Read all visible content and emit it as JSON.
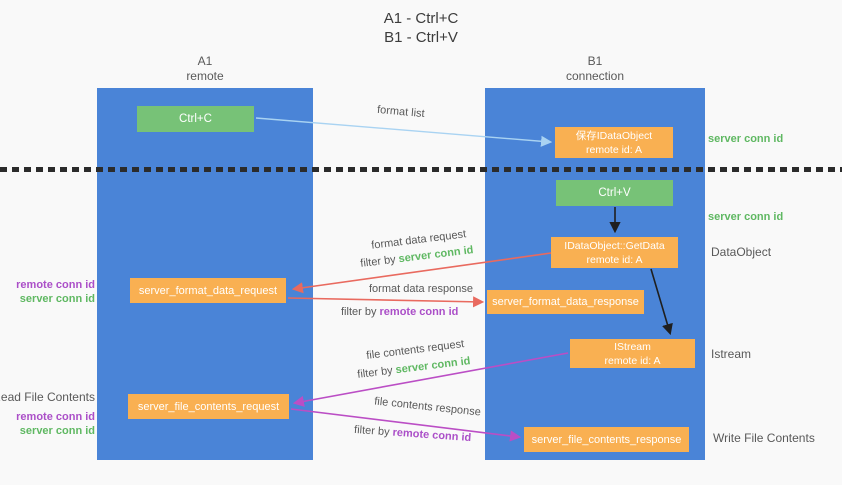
{
  "title": {
    "line1": "A1 - Ctrl+C",
    "line2": "B1 - Ctrl+V"
  },
  "colors": {
    "column_blue": "#4a84d7",
    "button_green": "#77c277",
    "box_orange": "#f9b052",
    "arrow_light_blue": "#a9d3f2",
    "arrow_red": "#e96a5f",
    "arrow_magenta": "#bb4ec5",
    "arrow_black": "#1f1f1f",
    "id_green": "#5fb862",
    "id_purple": "#ab4fc8"
  },
  "lanes": {
    "a1": {
      "name": "A1",
      "subtitle": "remote"
    },
    "b1": {
      "name": "B1",
      "subtitle": "connection"
    }
  },
  "nodes": {
    "ctrl_c": {
      "label": "Ctrl+C"
    },
    "ctrl_v": {
      "label": "Ctrl+V"
    },
    "save_idataobject": {
      "line1": "保存IDataObject",
      "line2": "remote id: A"
    },
    "getdata": {
      "line1": "IDataObject::GetData",
      "line2": "remote id: A"
    },
    "istream": {
      "line1": "IStream",
      "line2": "remote id: A"
    },
    "format_request": {
      "label": "server_format_data_request"
    },
    "format_response": {
      "label": "server_format_data_response"
    },
    "file_request": {
      "label": "server_file_contents_request"
    },
    "file_response": {
      "label": "server_file_contents_response"
    }
  },
  "annotations": {
    "server_conn_id_top": "server conn id",
    "server_conn_id_mid": "server conn id",
    "dataobject": "DataObject",
    "istream": "Istream",
    "write_file_contents": "Write File Contents",
    "read_file_contents": "Read File Contents",
    "format_side": {
      "remote_conn_id": "remote conn id",
      "server_conn_id": "server conn id"
    },
    "file_side": {
      "remote_conn_id": "remote conn id",
      "server_conn_id": "server conn id"
    }
  },
  "edges": {
    "format_list": "format list",
    "format_data_request": "format data request",
    "format_data_response": "format data response",
    "file_contents_request": "file contents request",
    "file_contents_response": "file contents response",
    "filter_by": "filter by ",
    "server_conn_id": "server conn id",
    "remote_conn_id": "remote conn id"
  }
}
